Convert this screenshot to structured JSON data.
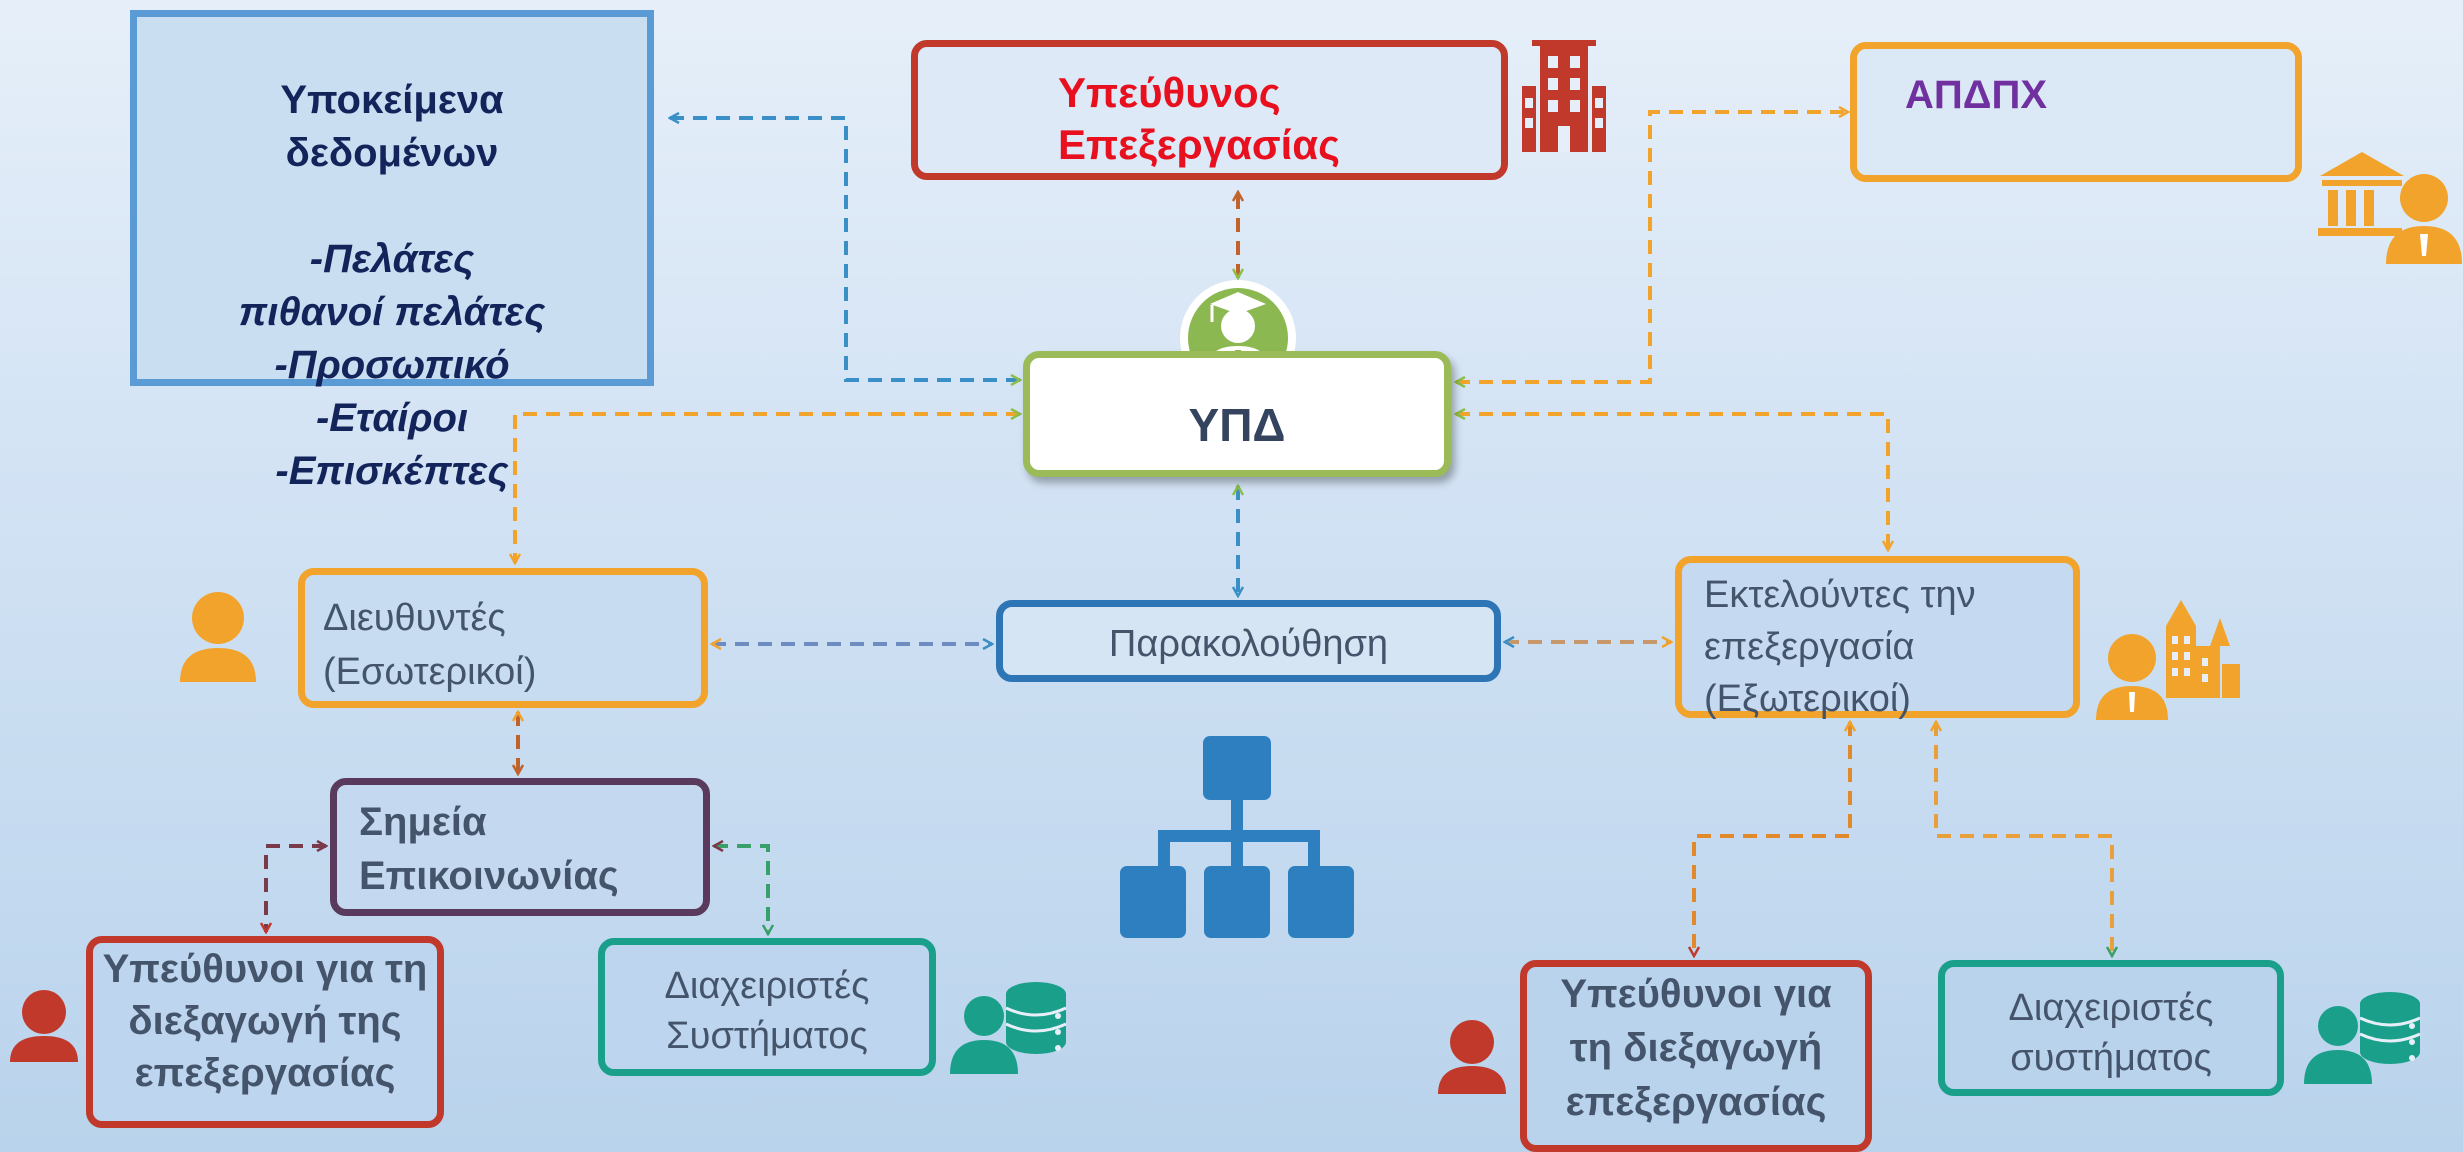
{
  "nodes": {
    "data_subjects": {
      "title": "Υποκείμενα\nδεδομένων",
      "list": "-Πελάτες\nπιθανοί πελάτες\n-Προσωπικό\n-Εταίροι\n-Επισκέπτες"
    },
    "controller": {
      "label": "Υπεύθυνος\n Επεξεργασίας"
    },
    "apdpx": {
      "label": "ΑΠΔΠΧ"
    },
    "dpo": {
      "label": "ΥΠΔ"
    },
    "managers": {
      "label": "Διευθυντές\n(Εσωτερικοί)"
    },
    "monitoring": {
      "label": "Παρακολούθηση"
    },
    "processors": {
      "label": "Εκτελούντες την\n επεξεργασία\n (Εξωτερικοί)"
    },
    "contact_points": {
      "label": "Σημεία\nΕπικοινωνίας"
    },
    "conduct_left": {
      "label": "Υπεύθυνοι για τη\nδιεξαγωγή της\nεπεξεργασίας"
    },
    "sysadmin_left": {
      "label": "Διαχειριστές\nΣυστήματος"
    },
    "conduct_right": {
      "label": "Υπεύθυνοι για\nτη διεξαγωγή\nεπεξεργασίας"
    },
    "sysadmin_right": {
      "label": "Διαχειριστές\nσυστήματος"
    }
  },
  "icons": [
    "building-icon",
    "institution-person-icon",
    "graduate-icon",
    "person-icon",
    "person-buildings-icon",
    "org-chart-icon",
    "person-database-icon"
  ],
  "colors": {
    "orange": "#f2a32c",
    "red": "#c0392b",
    "green": "#9bbb59",
    "blue": "#2e75b6",
    "teal": "#1aa08a",
    "purple": "#7030a0",
    "dark_plum": "#5a3a5c"
  }
}
